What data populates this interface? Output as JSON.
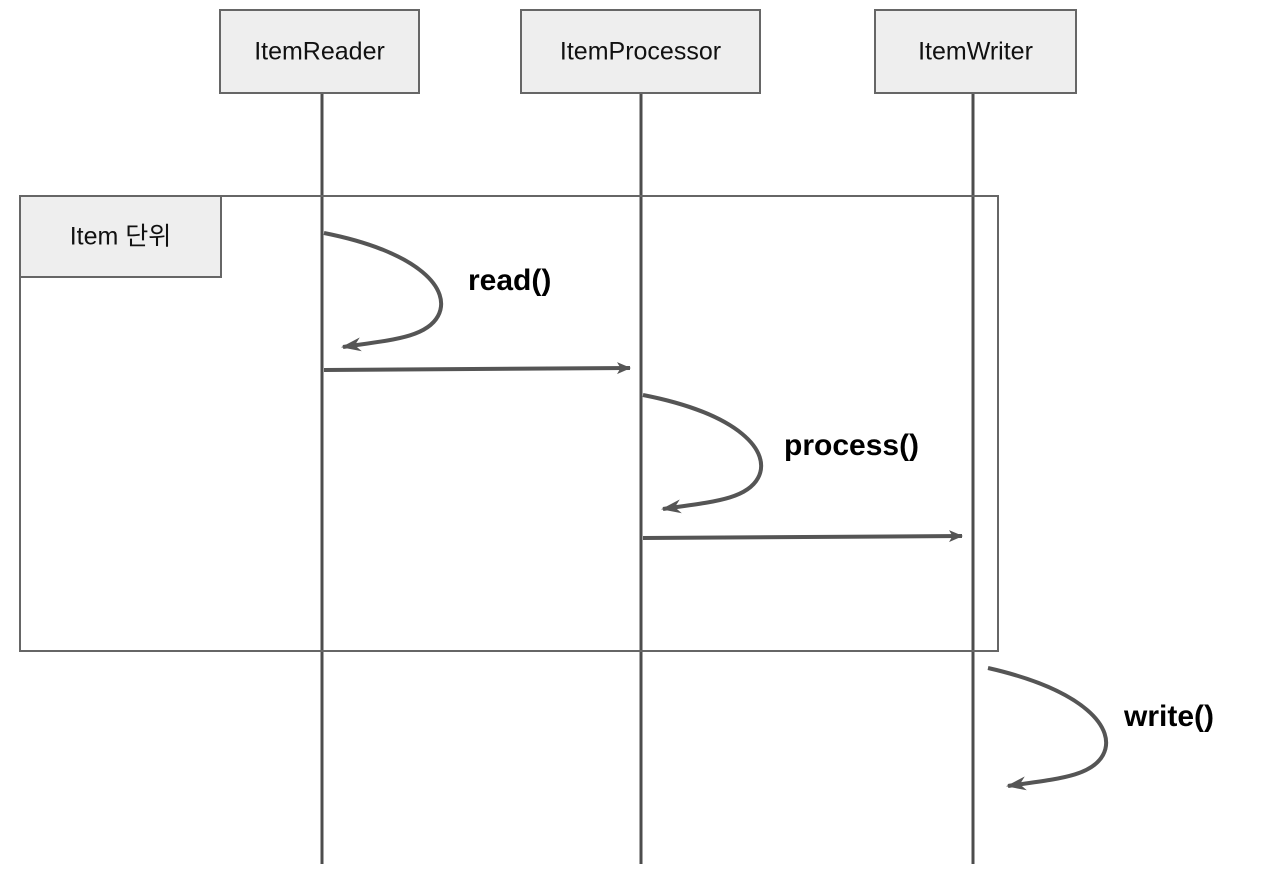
{
  "diagram": {
    "type": "uml-sequence-diagram",
    "background_color": "#ffffff",
    "line_color": "#555555",
    "box_fill_color": "#eeeeee",
    "box_border_color": "#666666",
    "participants": [
      {
        "id": "item-reader",
        "label": "ItemReader"
      },
      {
        "id": "item-processor",
        "label": "ItemProcessor"
      },
      {
        "id": "item-writer",
        "label": "ItemWriter"
      }
    ],
    "fragment": {
      "label": "Item 단위"
    },
    "messages": [
      {
        "id": "read",
        "label": "read()",
        "kind": "self-call",
        "from": "item-reader",
        "to": "item-reader"
      },
      {
        "id": "reader-to-processor",
        "label": "",
        "kind": "call",
        "from": "item-reader",
        "to": "item-processor"
      },
      {
        "id": "process",
        "label": "process()",
        "kind": "self-call",
        "from": "item-processor",
        "to": "item-processor"
      },
      {
        "id": "processor-to-writer",
        "label": "",
        "kind": "call",
        "from": "item-processor",
        "to": "item-writer"
      },
      {
        "id": "write",
        "label": "write()",
        "kind": "self-call",
        "from": "item-writer",
        "to": "item-writer"
      }
    ]
  }
}
